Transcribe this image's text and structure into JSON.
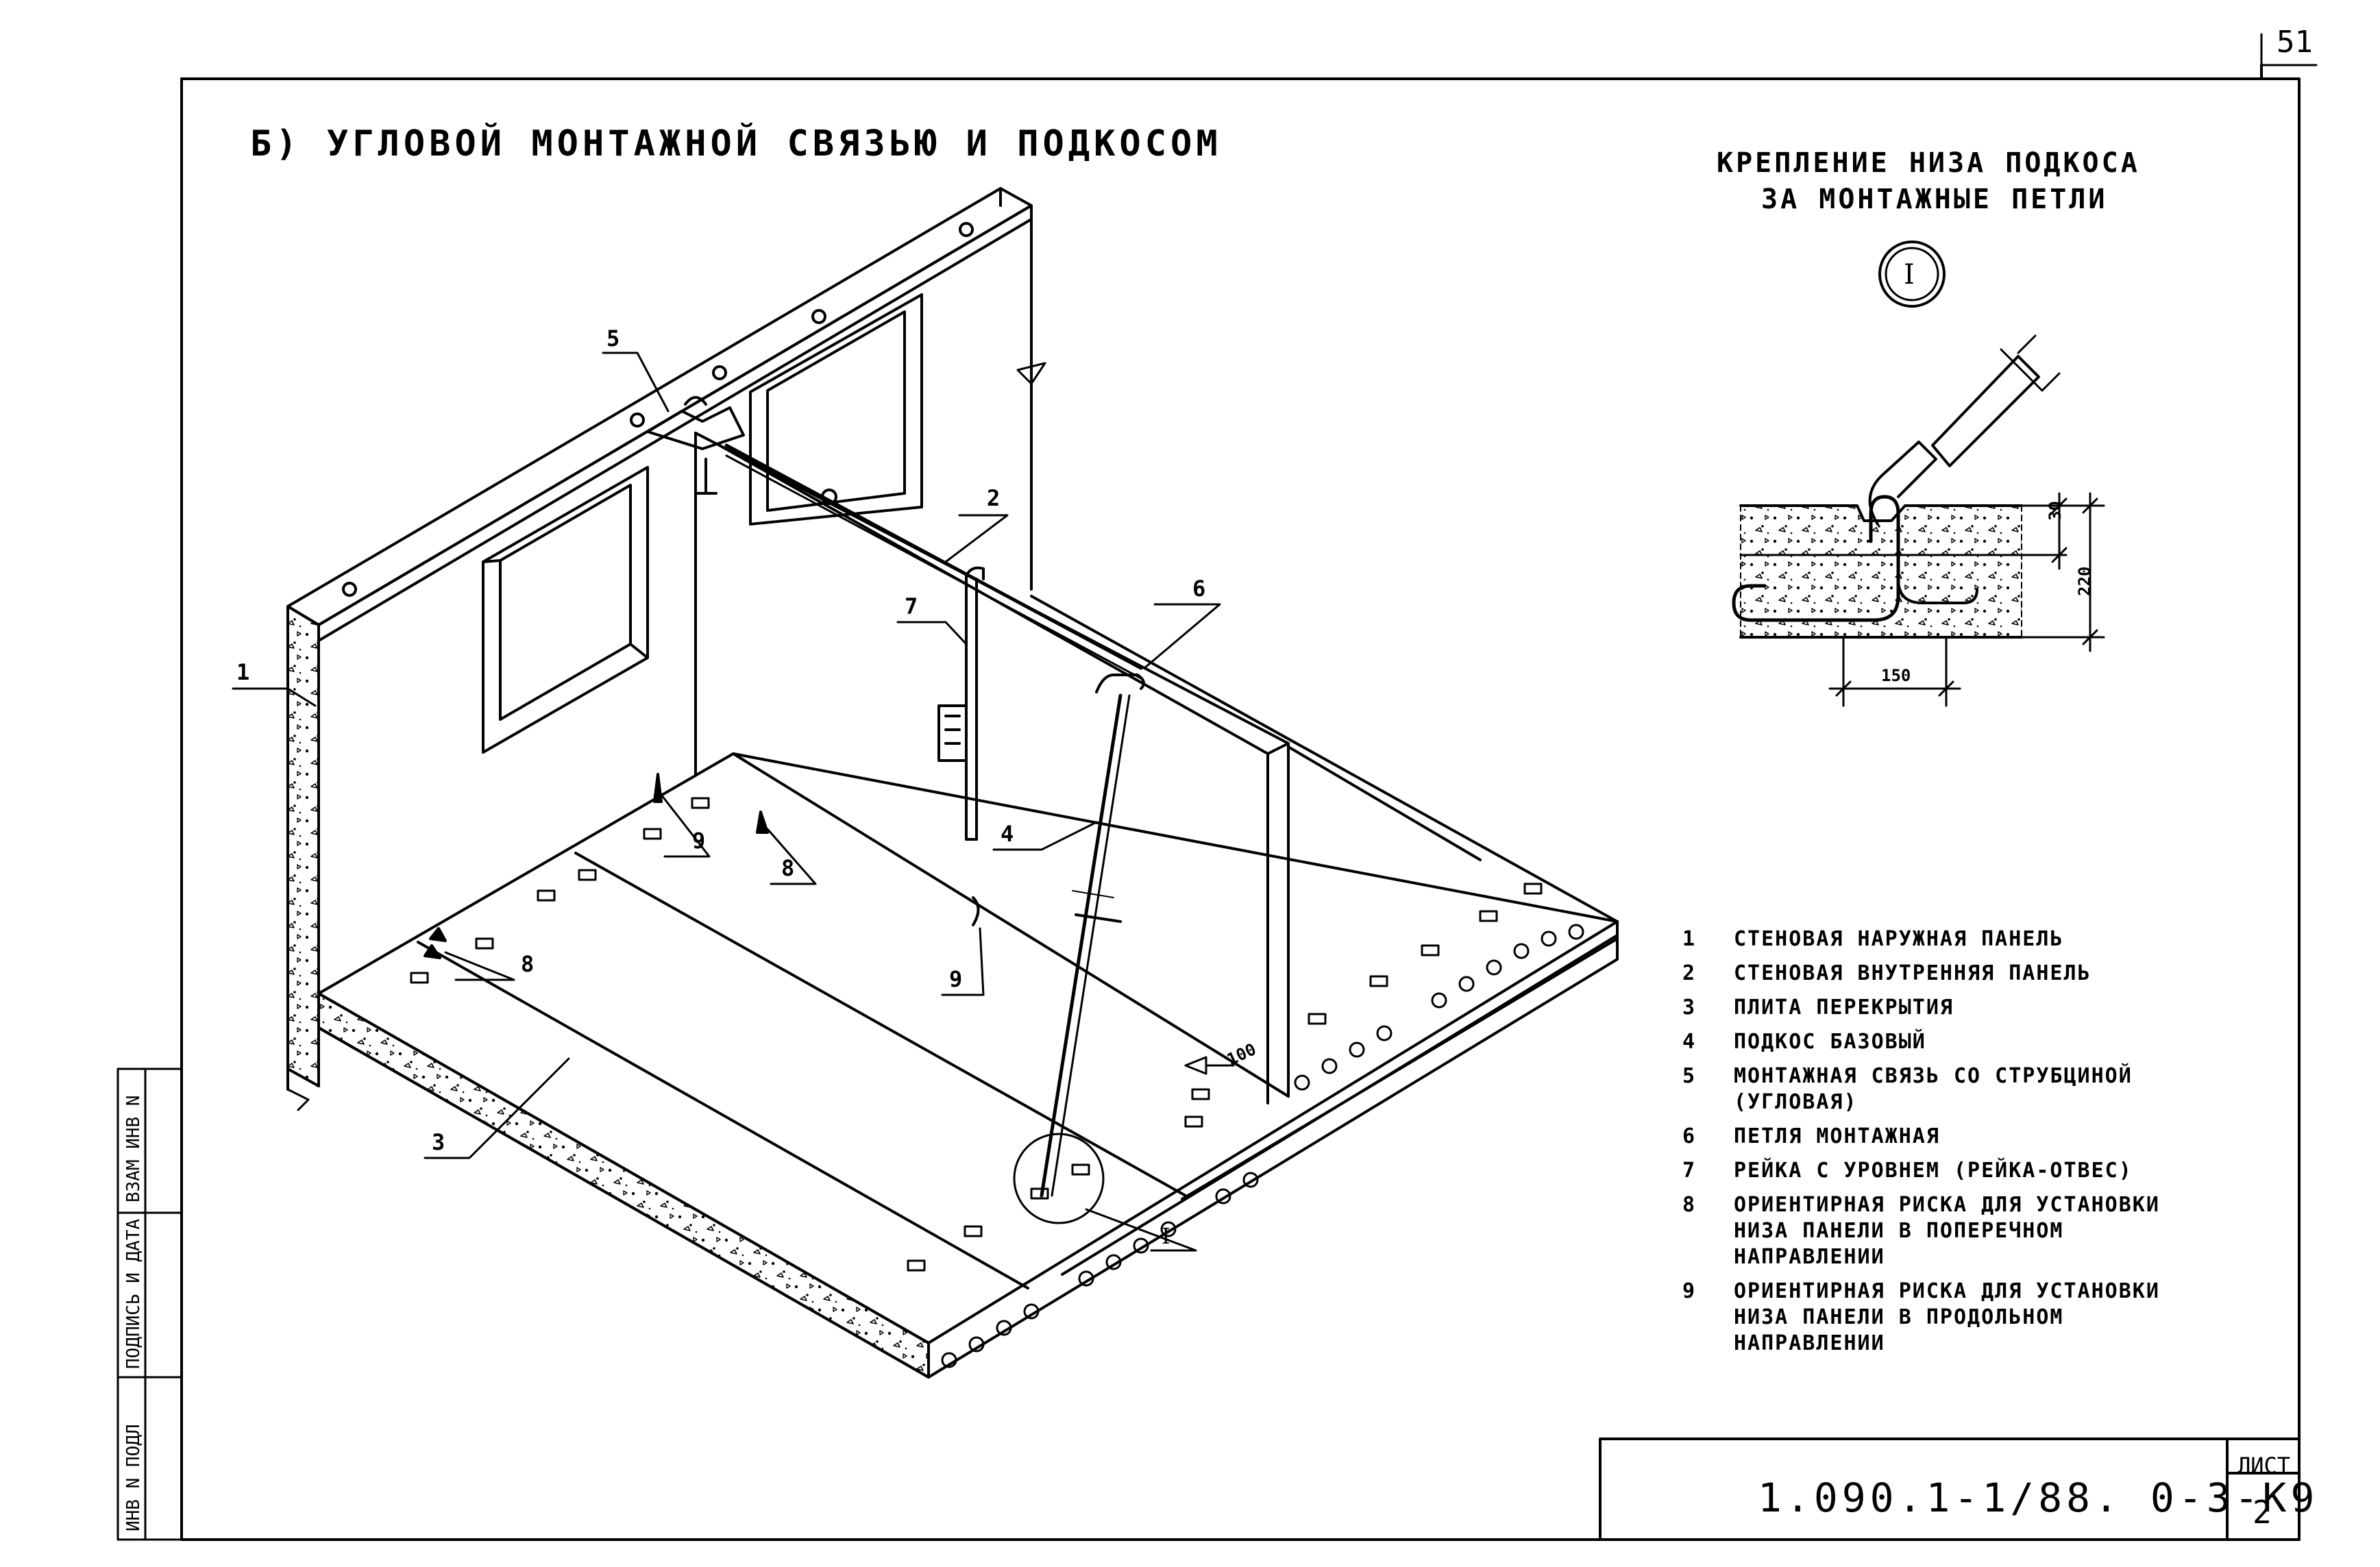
{
  "page_number": "51",
  "title": "б) Угловой монтажной связью и подкосом",
  "detail": {
    "title_line1": "Крепление низа подкоса",
    "title_line2": "за монтажные петли",
    "marker": "I",
    "dim_150": "150",
    "dim_30": "30",
    "dim_220": "220"
  },
  "callouts": [
    "1",
    "2",
    "3",
    "4",
    "5",
    "6",
    "7",
    "8",
    "8",
    "9",
    "9",
    "I"
  ],
  "dim_100": "100",
  "legend": [
    {
      "num": "1",
      "text": "Стеновая наружная панель"
    },
    {
      "num": "2",
      "text": "Стеновая внутренняя панель"
    },
    {
      "num": "3",
      "text": "Плита перекрытия"
    },
    {
      "num": "4",
      "text": "Подкос базовый"
    },
    {
      "num": "5",
      "text": "Монтажная связь со струбциной (угловая)"
    },
    {
      "num": "6",
      "text": "Петля монтажная"
    },
    {
      "num": "7",
      "text": "Рейка с уровнем (рейка-отвес)"
    },
    {
      "num": "8",
      "text": "Ориентирная риска для установки низа панели в поперечном направлении"
    },
    {
      "num": "9",
      "text": "Ориентирная риска для установки низа панели в продольном направлении"
    }
  ],
  "stamp": {
    "doc_code": "1.090.1-1/88. 0-3-К9",
    "sheet_label": "Лист",
    "sheet_number": "2"
  },
  "side_stamp": [
    "Инв N подл",
    "Подпись и дата",
    "Взам инв N"
  ]
}
